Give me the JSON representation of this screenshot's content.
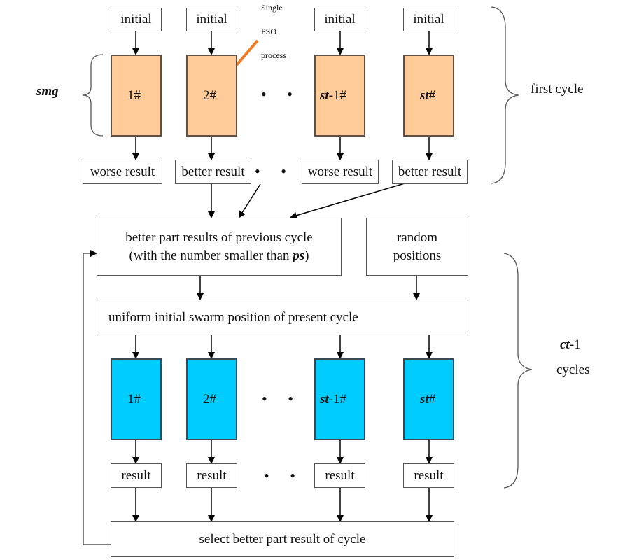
{
  "first_cycle": {
    "initial_labels": [
      "initial",
      "initial",
      "initial",
      "initial"
    ],
    "processes": [
      {
        "prefix": "",
        "text": "1#"
      },
      {
        "prefix": "",
        "text": "2#"
      },
      {
        "prefix": "st",
        "text": "-1#"
      },
      {
        "prefix": "st",
        "text": "#"
      }
    ],
    "results": [
      "worse result",
      "better result",
      "worse result",
      "better result"
    ],
    "group_label": "smg",
    "annotation": [
      "Single",
      "PSO",
      "process"
    ],
    "brace_label": "first cycle",
    "process_color": "#ffcc99"
  },
  "middle": {
    "better_part_line1": "better part results of previous cycle",
    "better_part_line2_prefix": "(with the number smaller than ",
    "better_part_line2_var": "ps",
    "better_part_line2_suffix": ")",
    "random_line1": "random",
    "random_line2": "positions",
    "uniform": "uniform initial swarm position of present cycle"
  },
  "later_cycles": {
    "processes": [
      {
        "prefix": "",
        "text": "1#"
      },
      {
        "prefix": "",
        "text": "2#"
      },
      {
        "prefix": "st",
        "text": "-1#"
      },
      {
        "prefix": "st",
        "text": "#"
      }
    ],
    "results": [
      "result",
      "result",
      "result",
      "result"
    ],
    "select": "select better part result of cycle",
    "brace_label_var": "ct",
    "brace_label_suffix": "-1",
    "brace_label_line2": "cycles",
    "process_color": "#00ccff"
  },
  "ellipsis": "• • •",
  "arrow_color": "#f07820"
}
